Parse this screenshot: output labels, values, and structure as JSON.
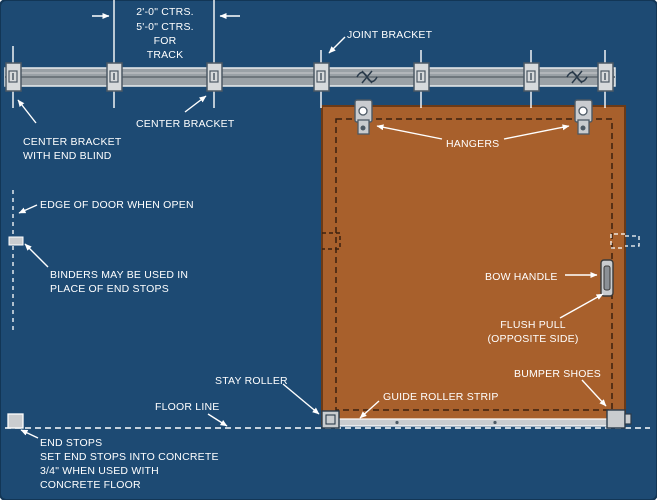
{
  "colors": {
    "background": "#1d4a73",
    "door": "#a8602c",
    "line": "#ffffff",
    "track": "#9aa1a6",
    "hardware": "#c9cccf"
  },
  "labels": {
    "spacing": [
      "2'-0\" CTRS.",
      "5'-0\" CTRS.",
      "FOR",
      "TRACK"
    ],
    "joint_bracket": "JOINT BRACKET",
    "center_bracket_end_blind": [
      "CENTER BRACKET",
      "WITH END BLIND"
    ],
    "center_bracket": "CENTER BRACKET",
    "hangers": "HANGERS",
    "edge_of_door": "EDGE OF DOOR WHEN OPEN",
    "binders": [
      "BINDERS MAY BE USED IN",
      "PLACE OF END STOPS"
    ],
    "bow_handle": "BOW HANDLE",
    "flush_pull": [
      "FLUSH PULL",
      "(OPPOSITE SIDE)"
    ],
    "stay_roller": "STAY ROLLER",
    "bumper_shoes": "BUMPER SHOES",
    "floor_line": "FLOOR LINE",
    "guide_roller_strip": "GUIDE ROLLER STRIP",
    "end_stops": [
      "END STOPS",
      "SET END STOPS INTO CONCRETE",
      "3/4\" WHEN USED WITH",
      "CONCRETE FLOOR"
    ]
  }
}
